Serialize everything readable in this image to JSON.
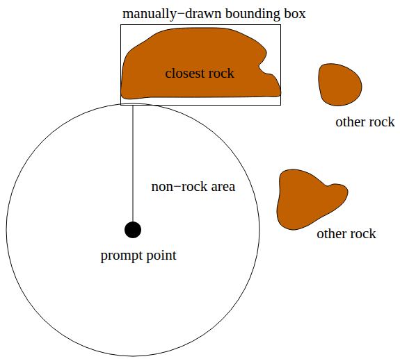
{
  "diagram": {
    "nodes": [
      {
        "text": [
          "manually−drawn bounding box"
        ]
      },
      {
        "text": [
          "closest rock"
        ],
        "in": 0
      },
      {
        "text": [
          "other rock"
        ]
      },
      {
        "text": [
          "non−rock area"
        ]
      },
      {
        "text": [
          "other rock"
        ]
      },
      {
        "text": [
          "prompt point"
        ],
        "in": 3
      }
    ],
    "edges": [
      {
        "from": 5,
        "to": 0,
        "arrow": "none"
      }
    ]
  }
}
